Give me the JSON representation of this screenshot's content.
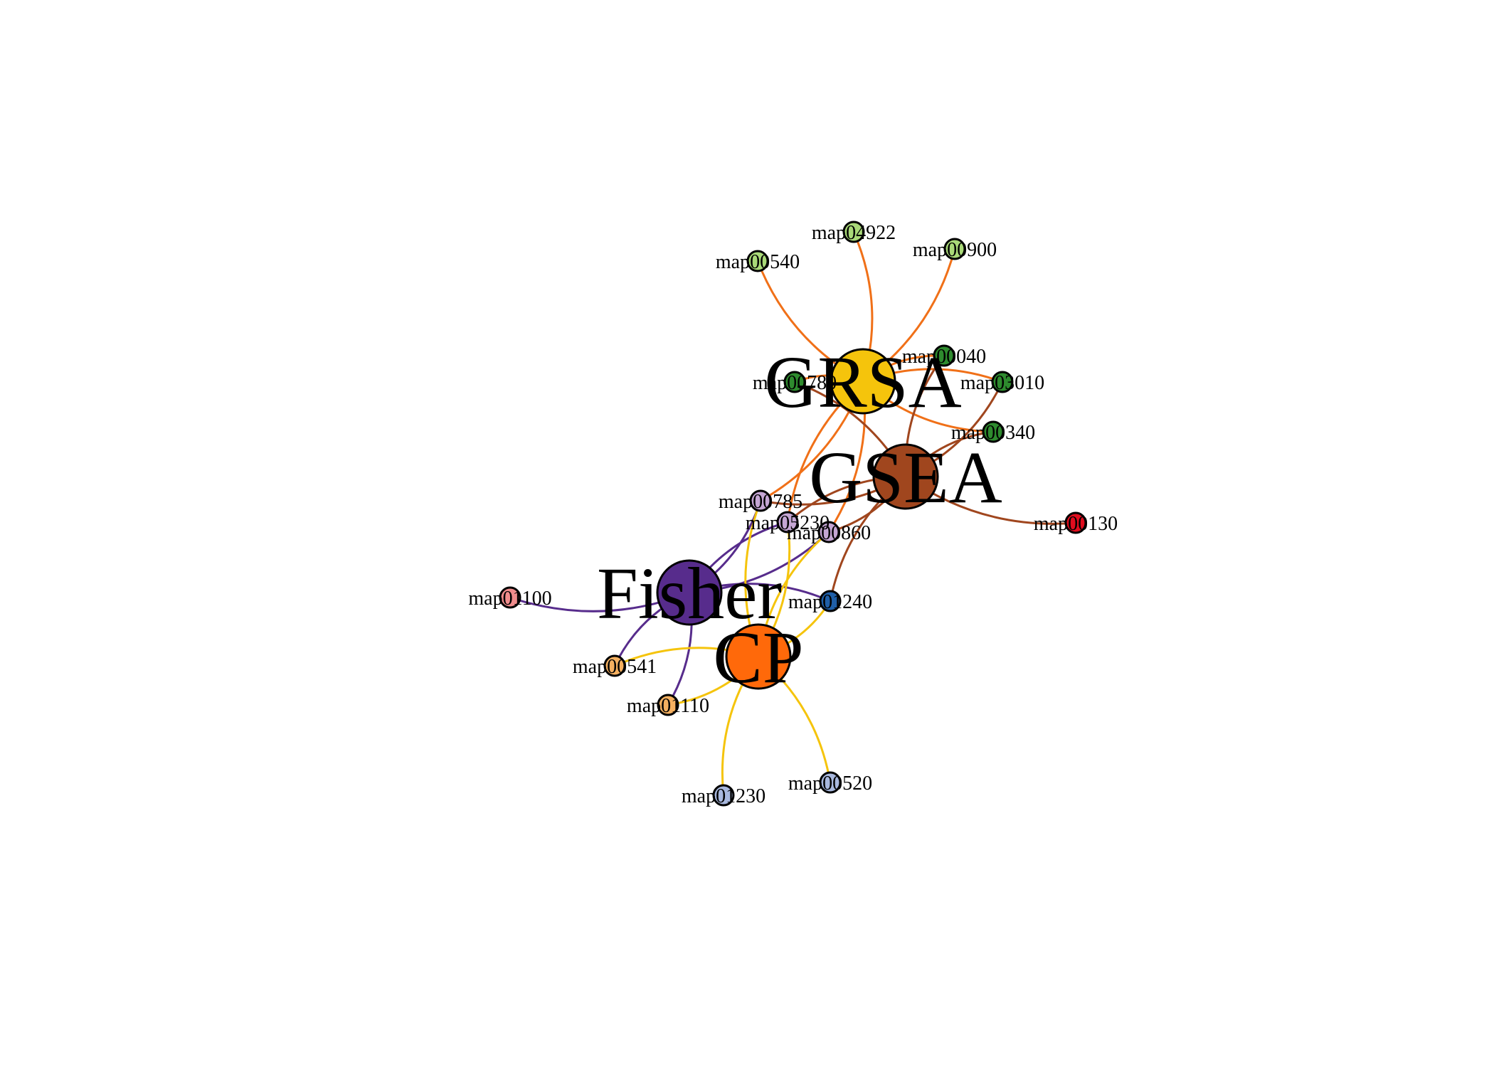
{
  "network": {
    "hubs": [
      {
        "id": "GRSA",
        "label": "GRSA",
        "color": "#F5C40C",
        "edge_color": "#F07018"
      },
      {
        "id": "GSEA",
        "label": "GSEA",
        "color": "#A0461E",
        "edge_color": "#A0461E"
      },
      {
        "id": "Fisher",
        "label": "Fisher",
        "color": "#572C8C",
        "edge_color": "#572C8C"
      },
      {
        "id": "CP",
        "label": "CP",
        "color": "#FF690A",
        "edge_color": "#F5C40C"
      }
    ],
    "leaves": [
      {
        "id": "map04922",
        "label": "map04922",
        "color": "#A9D978"
      },
      {
        "id": "map00540",
        "label": "map00540",
        "color": "#A9D978"
      },
      {
        "id": "map00900",
        "label": "map00900",
        "color": "#A9D978"
      },
      {
        "id": "map00040",
        "label": "map00040",
        "color": "#2E8B2E"
      },
      {
        "id": "map00780",
        "label": "map00780",
        "color": "#2E8B2E"
      },
      {
        "id": "map03010",
        "label": "map03010",
        "color": "#2E8B2E"
      },
      {
        "id": "map00340",
        "label": "map00340",
        "color": "#2E8B2E"
      },
      {
        "id": "map00130",
        "label": "map00130",
        "color": "#E00D1E"
      },
      {
        "id": "map00785",
        "label": "map00785",
        "color": "#C5A6D4"
      },
      {
        "id": "map05230",
        "label": "map05230",
        "color": "#C5A6D4"
      },
      {
        "id": "map00860",
        "label": "map00860",
        "color": "#C5A6D4"
      },
      {
        "id": "map01100",
        "label": "map01100",
        "color": "#F08C8C"
      },
      {
        "id": "map01240",
        "label": "map01240",
        "color": "#1F5FA8"
      },
      {
        "id": "map00541",
        "label": "map00541",
        "color": "#F5B060"
      },
      {
        "id": "map01110",
        "label": "map01110",
        "color": "#F5B060"
      },
      {
        "id": "map01230",
        "label": "map01230",
        "color": "#A8B8DE"
      },
      {
        "id": "map00520",
        "label": "map00520",
        "color": "#A8B8DE"
      }
    ],
    "edges": [
      [
        "GRSA",
        "map04922"
      ],
      [
        "GRSA",
        "map00540"
      ],
      [
        "GRSA",
        "map00900"
      ],
      [
        "GRSA",
        "map00040"
      ],
      [
        "GRSA",
        "map00780"
      ],
      [
        "GRSA",
        "map03010"
      ],
      [
        "GRSA",
        "map00340"
      ],
      [
        "GRSA",
        "map00785"
      ],
      [
        "GRSA",
        "map05230"
      ],
      [
        "GRSA",
        "map00860"
      ],
      [
        "GSEA",
        "map00780"
      ],
      [
        "GSEA",
        "map00040"
      ],
      [
        "GSEA",
        "map03010"
      ],
      [
        "GSEA",
        "map00340"
      ],
      [
        "GSEA",
        "map00130"
      ],
      [
        "GSEA",
        "map00785"
      ],
      [
        "GSEA",
        "map05230"
      ],
      [
        "GSEA",
        "map00860"
      ],
      [
        "GSEA",
        "map01240"
      ],
      [
        "Fisher",
        "map01100"
      ],
      [
        "Fisher",
        "map00785"
      ],
      [
        "Fisher",
        "map05230"
      ],
      [
        "Fisher",
        "map00860"
      ],
      [
        "Fisher",
        "map01240"
      ],
      [
        "Fisher",
        "map00541"
      ],
      [
        "Fisher",
        "map01110"
      ],
      [
        "CP",
        "map00541"
      ],
      [
        "CP",
        "map01110"
      ],
      [
        "CP",
        "map01230"
      ],
      [
        "CP",
        "map00520"
      ],
      [
        "CP",
        "map01240"
      ],
      [
        "CP",
        "map00785"
      ],
      [
        "CP",
        "map05230"
      ],
      [
        "CP",
        "map00860"
      ]
    ]
  }
}
